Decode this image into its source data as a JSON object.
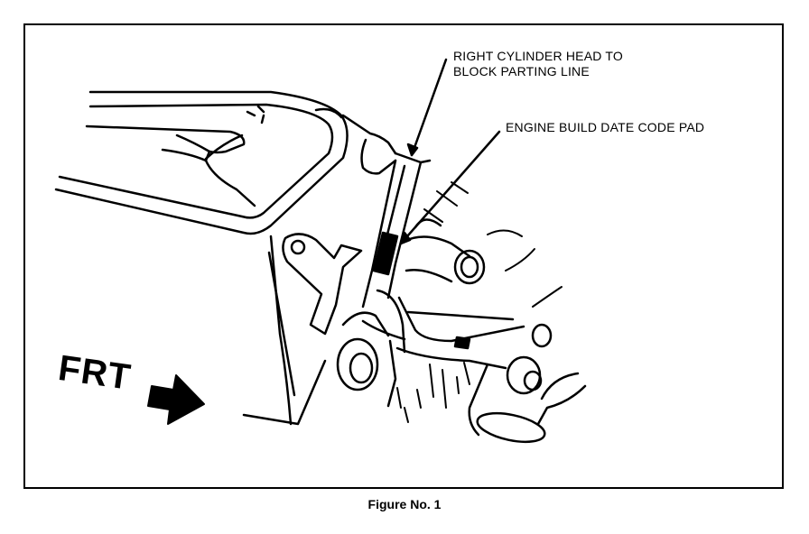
{
  "callouts": {
    "head_line_1": "RIGHT CYLINDER HEAD TO",
    "head_line_2": "BLOCK PARTING LINE",
    "code_pad": "ENGINE BUILD DATE CODE PAD"
  },
  "direction_label": "FRT",
  "caption": "Figure No. 1",
  "colors": {
    "ink": "#000000",
    "paper": "#ffffff"
  }
}
